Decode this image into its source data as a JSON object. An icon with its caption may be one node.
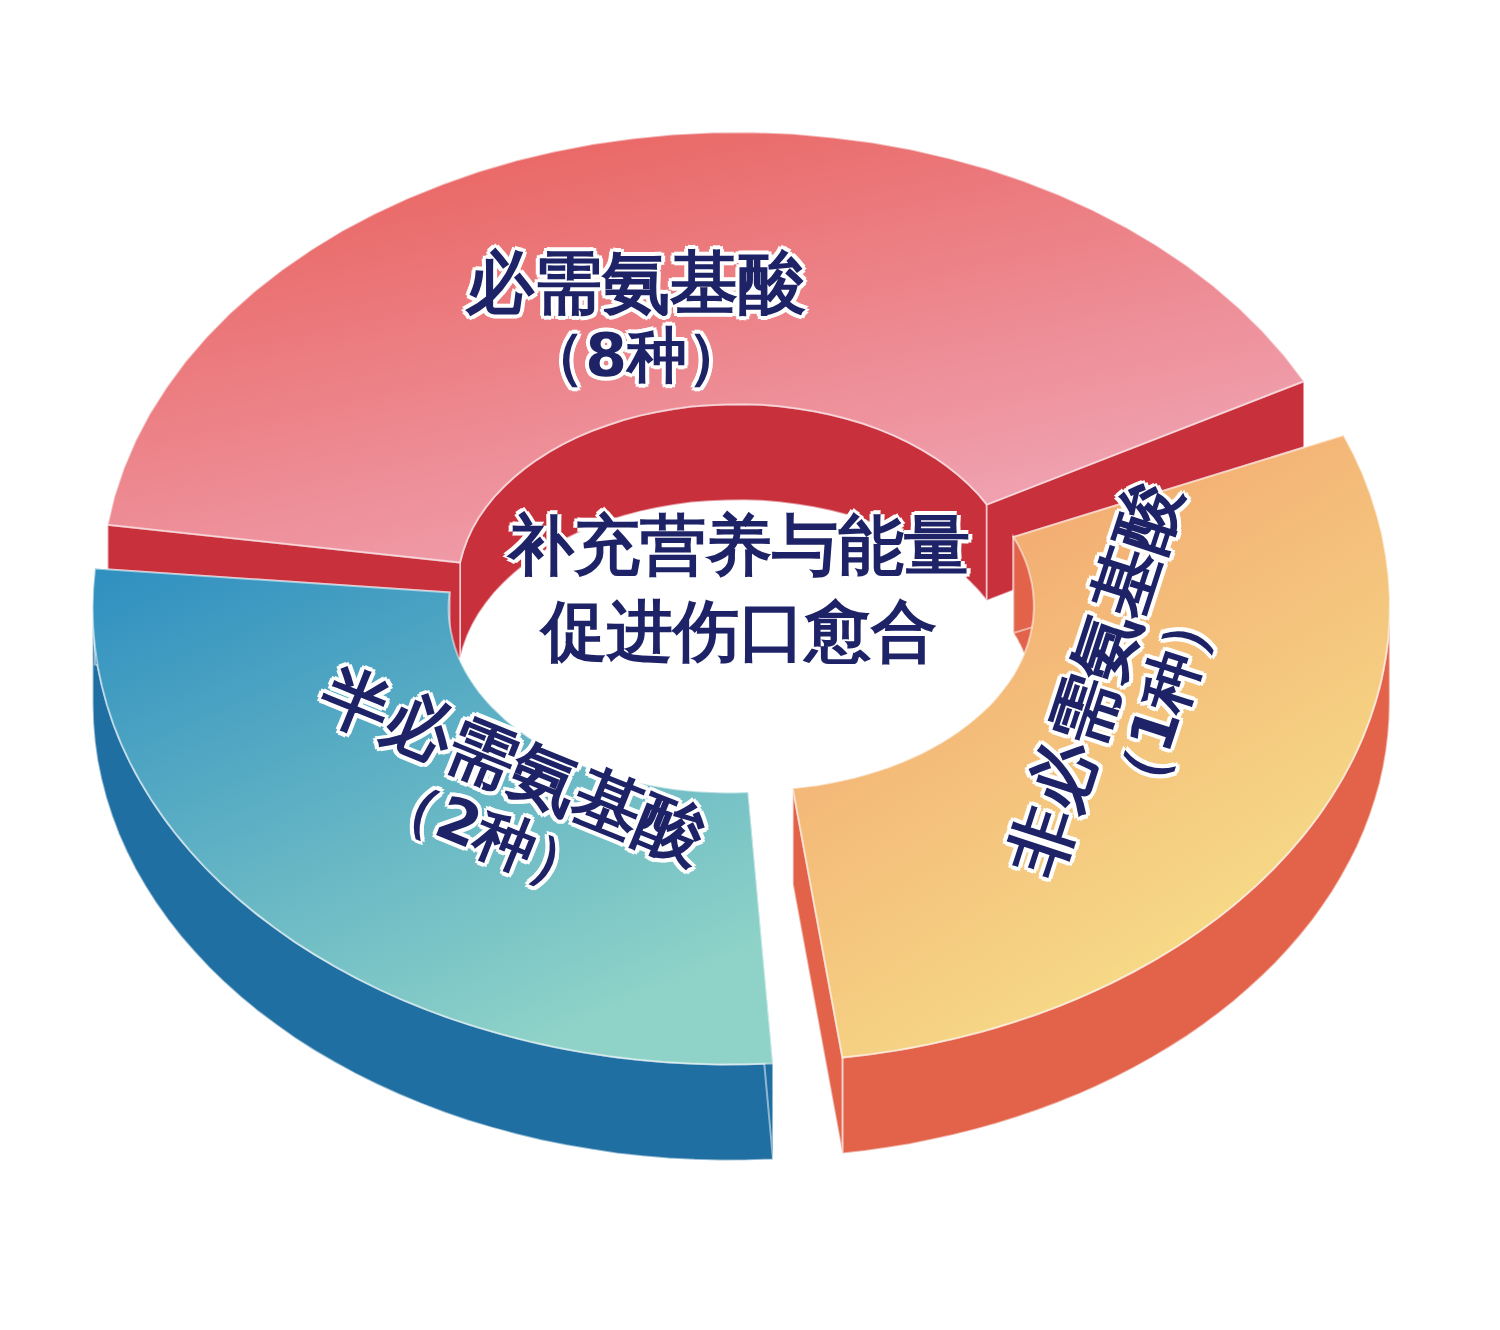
{
  "diagram": {
    "nodes": [
      {
        "text": [
          "必需氨基酸",
          "（8种）"
        ]
      },
      {
        "text": [
          "非必需氨基酸",
          "（1种）"
        ]
      },
      {
        "text": [
          "半必需氨基酸",
          "（2种）"
        ]
      }
    ],
    "labels": [
      "补充营养与能量促进伤口愈合"
    ]
  }
}
